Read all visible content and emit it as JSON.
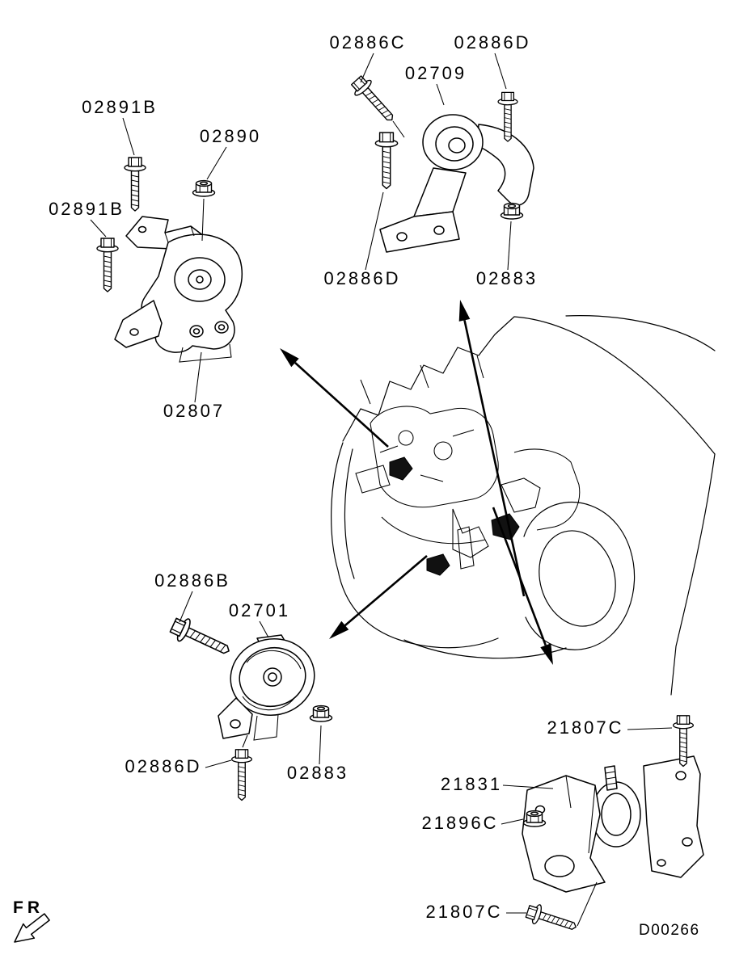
{
  "diagram": {
    "code": "D00266",
    "fr": "FR",
    "labels": [
      {
        "id": "02886C-top",
        "text": "02886C"
      },
      {
        "id": "02886D-top",
        "text": "02886D"
      },
      {
        "id": "02709",
        "text": "02709"
      },
      {
        "id": "02891B-upper",
        "text": "02891B"
      },
      {
        "id": "02890",
        "text": "02890"
      },
      {
        "id": "02891B-left",
        "text": "02891B"
      },
      {
        "id": "02886D-mid",
        "text": "02886D"
      },
      {
        "id": "02883-upper",
        "text": "02883"
      },
      {
        "id": "02807",
        "text": "02807"
      },
      {
        "id": "02886B",
        "text": "02886B"
      },
      {
        "id": "02701",
        "text": "02701"
      },
      {
        "id": "02886D-lower",
        "text": "02886D"
      },
      {
        "id": "02883-lower",
        "text": "02883"
      },
      {
        "id": "21807C-upper",
        "text": "21807C"
      },
      {
        "id": "21831",
        "text": "21831"
      },
      {
        "id": "21896C",
        "text": "21896C"
      },
      {
        "id": "21807C-lower",
        "text": "21807C"
      }
    ]
  }
}
